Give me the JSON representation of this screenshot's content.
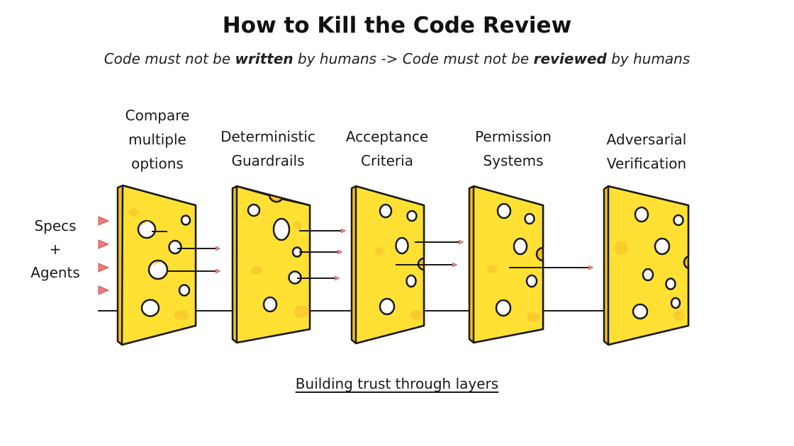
{
  "title": "How to Kill the Code Review",
  "subtitle": {
    "part1": "Code must not be ",
    "bold1": "written",
    "part2": " by humans -> Code must not be ",
    "bold2": "reviewed",
    "part3": " by humans"
  },
  "inputs": {
    "line1": "Specs",
    "line2": "+",
    "line3": "Agents"
  },
  "layers": [
    {
      "lines": [
        "Compare",
        "multiple",
        "options"
      ]
    },
    {
      "lines": [
        "Deterministic",
        "Guardrails"
      ]
    },
    {
      "lines": [
        "Acceptance",
        "Criteria"
      ]
    },
    {
      "lines": [
        "Permission",
        "Systems"
      ]
    },
    {
      "lines": [
        "Adversarial",
        "Verification"
      ]
    }
  ],
  "footer": "Building trust through layers",
  "colors": {
    "cheese": "#ffe033",
    "cheese_side": "#f5bf1f",
    "cheese_outline": "#1a1a1a",
    "arrow": "#ef7b7b"
  }
}
